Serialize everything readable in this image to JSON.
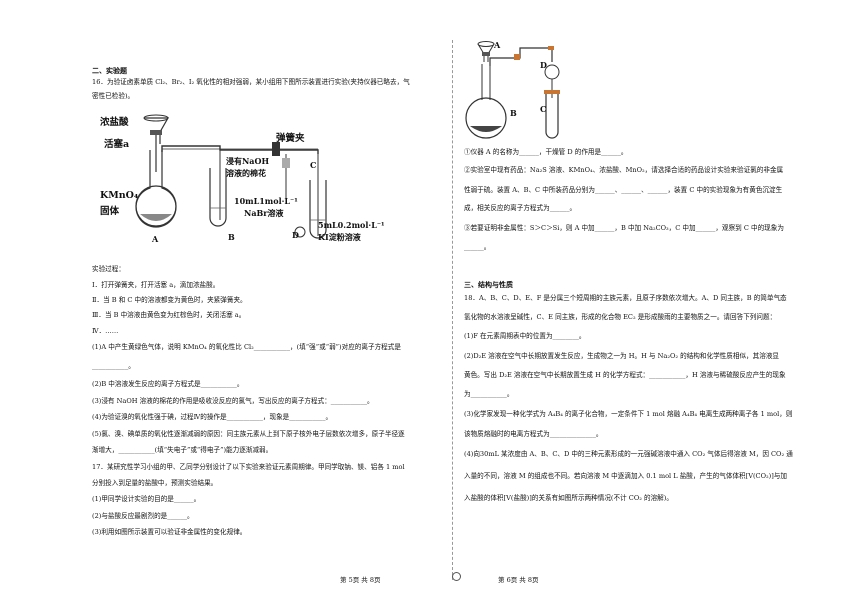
{
  "left": {
    "section_title": "二、实验题",
    "q16": {
      "lines": [
        "16．为验证卤素单质 Cl₂、Br₂、I₂ 氧化性的相对强弱，某小组用下图所示装置进行实验(夹持仪器已略去，气",
        "密性已检验)。"
      ],
      "figure": {
        "label_hcl": "浓盐酸",
        "label_stopcock": "活塞a",
        "label_clip": "弹簧夹",
        "label_kmno4_1": "KMnO₄",
        "label_kmno4_2": "固体",
        "label_cotton_1": "浸有NaOH",
        "label_cotton_2": "溶液的棉花",
        "label_nabr_1": "10mL1mol·L⁻¹",
        "label_nabr_2": "NaBr溶液",
        "label_ki_1": "5mL0.2mol·L⁻¹",
        "label_ki_2": "KI淀粉溶液",
        "label_A": "A",
        "label_B": "B",
        "label_C": "C",
        "label_D": "D"
      },
      "process_title": "实验过程：",
      "steps": [
        "Ⅰ．打开弹簧夹，打开活塞 a，滴加浓盐酸。",
        "Ⅱ．当 B 和 C 中的溶液都变为黄色时，夹紧弹簧夹。",
        "Ⅲ．当 B 中溶液由黄色变为红棕色时，关闭活塞 a。",
        "Ⅳ．……"
      ],
      "questions": [
        "(1)A 中产生黄绿色气体，说明 KMnO₄ 的氧化性比 Cl₂___________，(填“强”或“弱”)对应的离子方程式是",
        "___________。",
        "(2)B 中溶液发生反应的离子方程式是___________。",
        "(3)浸有 NaOH 溶液的棉花的作用是吸收没反应的氯气，写出反应的离子方程式：___________。",
        "(4)为验证溴的氧化性强于碘，过程Ⅳ的操作是___________，现象是___________。",
        "(5)氯、溴、碘单质的氧化性逐渐减弱的原因：同主族元素从上到下原子核外电子层数依次增多，原子半径逐",
        "渐增大，___________(填“失电子”或“得电子”)能力逐渐减弱。"
      ]
    },
    "q17": {
      "lines": [
        "17．某研究性学习小组的甲、乙同学分别设计了以下实验来验证元素周期律。甲同学取钠、镁、铝各 1 mol",
        "分别投入到足量的盐酸中，预测实验结果。",
        "(1)甲同学设计实验的目的是______。",
        "(2)与盐酸反应最剧烈的是______。",
        "(3)利用如图所示装置可以验证非金属性的变化规律。"
      ]
    },
    "footer": "第 5页  共 8页"
  },
  "right": {
    "figure": {
      "label_A": "A",
      "label_B": "B",
      "label_C": "C",
      "label_D": "D"
    },
    "q17_cont": [
      "①仪器 A 的名称为______，干燥管 D 的作用是______。",
      "②实验室中现有药品：Na₂S 溶液、KMnO₄、浓盐酸、MnO₂，请选择合适的药品设计实验来验证氯的非金属",
      "性弱于硫。装置 A、B、C 中所装药品分别为______、______、______，装置 C 中的实验现象为有黄色沉淀生",
      "成，相关反应的离子方程式为______。",
      "③若要证明非金属性：S＞C＞Si，则 A 中加______，B 中加 Na₂CO₃，C 中加______，观察到 C 中的现象为",
      "______。"
    ],
    "section_title": "三、结构与性质",
    "q18": [
      "18．A、B、C、D、E、F 是分属三个短周期的主族元素，且原子序数依次增大。A、D 同主族，B 的简单气态",
      "氢化物的水溶液呈碱性，C、E 同主族，形成的化合物 EC₂ 是形成酸雨的主要物质之一。请回答下列问题：",
      "(1)F 在元素周期表中的位置为________。",
      "(2)D₂E 溶液在空气中长期放置发生反应，生成物之一为 H。H 与 Na₂O₂ 的结构和化学性质相似，其溶液显",
      "黄色。写出 D₂E 溶液在空气中长期放置生成 H 的化学方程式：___________，H 溶液与稀硫酸反应产生的现象",
      "为___________。",
      "(3)化学家发现一种化学式为 A₄B₄ 的离子化合物，一定条件下 1 mol 熔融 A₄B₄ 电离生成两种离子各 1 mol，则",
      "该物质熔融时的电离方程式为______________。",
      "(4)向30mL 某浓度由 A、B、C、D 中的三种元素形成的一元强碱溶液中通入 CO₂ 气体后得溶液 M，因 CO₂ 通",
      "入量的不同，溶液 M 的组成也不同。若向溶液 M 中逐滴加入 0.1 mol L 盐酸，产生的气体体积[V(CO₂)]与加",
      "入盐酸的体积[V(盐酸)]的关系有如图所示两种情况(不计 CO₂ 的溶解)。"
    ],
    "footer": "第 6页  共 8页"
  }
}
